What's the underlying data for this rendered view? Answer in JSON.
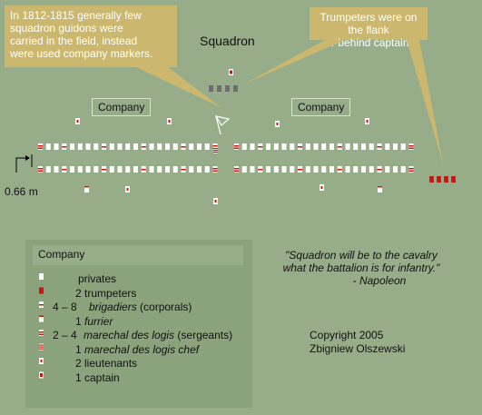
{
  "diagram": {
    "squadron_title": "Squadron",
    "company_left_label": "Company",
    "company_right_label": "Company",
    "callout_left": [
      "In 1812-1815 generally few",
      "squadron guidons were",
      "carried in the field, instead",
      "were used company markers."
    ],
    "callout_right": [
      "Trumpeters were on the flank",
      "or behind captain."
    ],
    "scale_label": "0.66 m",
    "colors": {
      "background": "#97ad89",
      "callout": "#cbb86e",
      "red": "#d81010",
      "white": "#ffffff",
      "grey": "#6e6e6e"
    }
  },
  "legend": {
    "title": "Company",
    "rows": [
      {
        "icon": "private-marker-icon",
        "text": "privates"
      },
      {
        "icon": "trumpeter-marker-icon",
        "text": "2 trumpeters"
      },
      {
        "icon": "corporal-marker-icon",
        "prefix": "4 – 8",
        "text_italic": "brigadiers",
        "text_after": " (corporals)"
      },
      {
        "icon": "furrier-marker-icon",
        "text": "1 ",
        "text_italic": "furrier"
      },
      {
        "icon": "sergeant-marker-icon",
        "prefix": "2 – 4",
        "text_italic": "marechal des logis",
        "text_after": " (sergeants)"
      },
      {
        "icon": "chief-sergeant-marker-icon",
        "text": "1 ",
        "text_italic": "marechal des logis chef"
      },
      {
        "icon": "lieutenant-marker-icon",
        "text": "2 lieutenants"
      },
      {
        "icon": "captain-marker-icon",
        "text": "1 captain"
      }
    ]
  },
  "quote": {
    "line1": "\"Squadron will be to the cavalry",
    "line2": "what the battalion is for infantry.\"",
    "author": "- Napoleon"
  },
  "copyright": {
    "line1": "Copyright 2005",
    "line2": "Zbigniew Olszewski"
  }
}
